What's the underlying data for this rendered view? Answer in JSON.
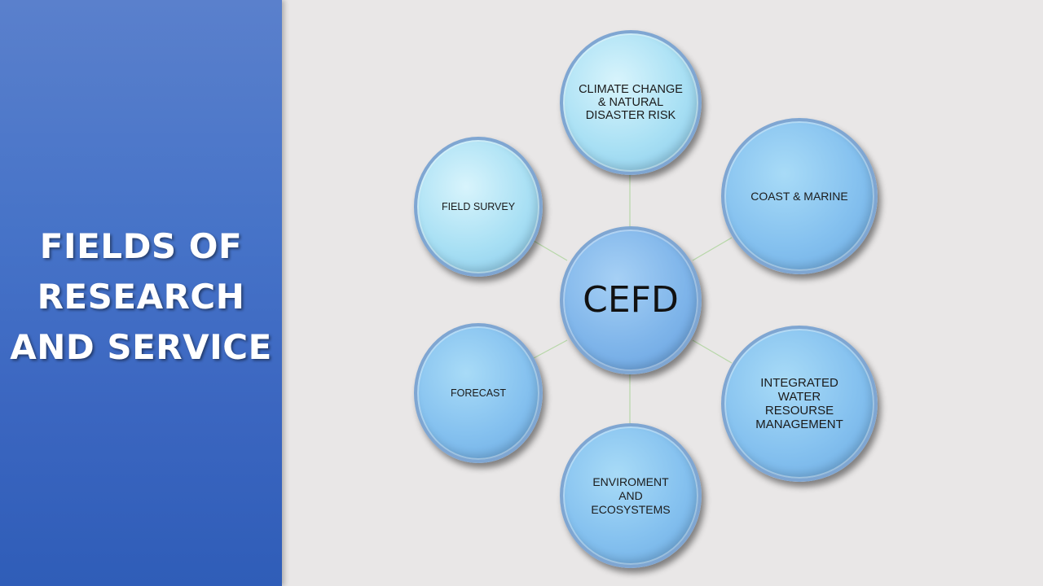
{
  "title_lines": [
    "FIELDS OF",
    "RESEARCH",
    "AND SERVICE"
  ],
  "center": "CEFD",
  "nodes": {
    "climate": "CLIMATE CHANGE & NATURAL DISASTER RISK",
    "coast": "COAST & MARINE",
    "water": "INTEGRATED WATER RESOURSE MANAGEMENT",
    "environment": "ENVIROMENT AND ECOSYSTEMS",
    "forecast": "FORECAST",
    "field_survey": "FIELD SURVEY"
  },
  "colors": {
    "panel": "#3b66c0",
    "background": "#e9e7e7",
    "connector": "#b7d7a8"
  }
}
